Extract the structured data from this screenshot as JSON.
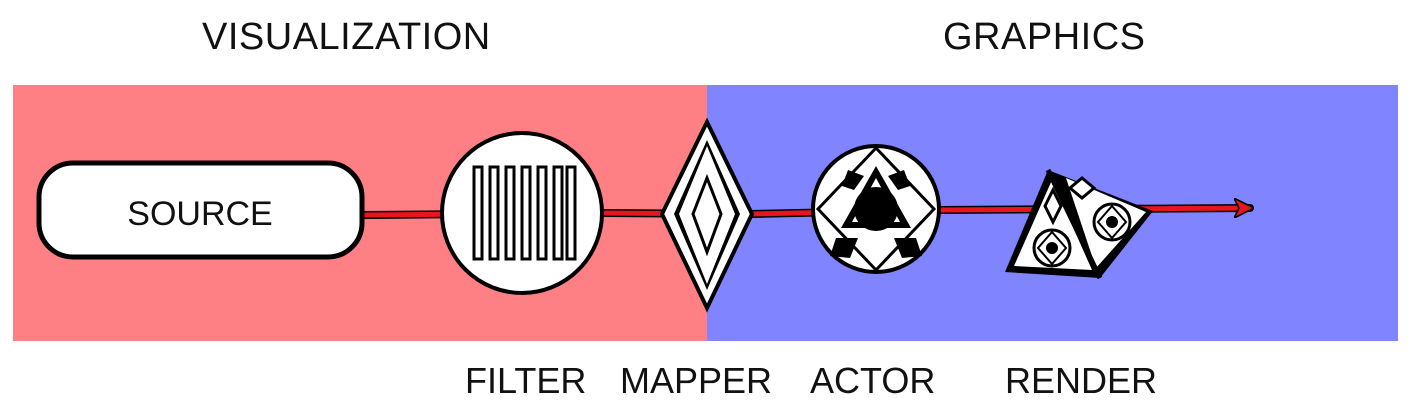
{
  "headings": {
    "visualization": "VISUALIZATION",
    "graphics": "GRAPHICS"
  },
  "stages": {
    "source": "SOURCE",
    "filter": "FILTER",
    "mapper": "MAPPER",
    "actor": "ACTOR",
    "render": "RENDER"
  },
  "colors": {
    "visualization_panel": "#ff8084",
    "graphics_panel": "#8084fe",
    "pipeline_arrow": "#e8141e"
  }
}
